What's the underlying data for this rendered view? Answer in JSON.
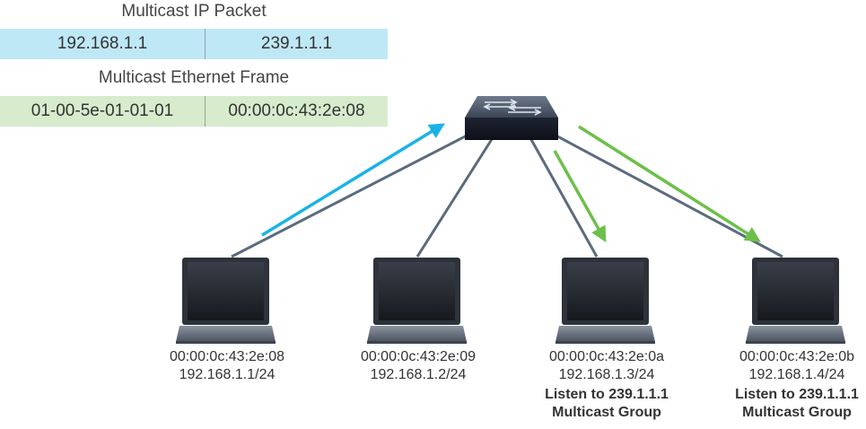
{
  "ip_packet": {
    "title": "Multicast IP Packet",
    "src": "192.168.1.1",
    "dst": "239.1.1.1"
  },
  "ethernet_frame": {
    "title": "Multicast Ethernet Frame",
    "dst_mac": "01-00-5e-01-01-01",
    "src_mac": "00:00:0c:43:2e:08"
  },
  "hosts": [
    {
      "mac": "00:00:0c:43:2e:08",
      "ip": "192.168.1.1/24"
    },
    {
      "mac": "00:00:0c:43:2e:09",
      "ip": "192.168.1.2/24"
    },
    {
      "mac": "00:00:0c:43:2e:0a",
      "ip": "192.168.1.3/24",
      "group_line1": "Listen to 239.1.1.1",
      "group_line2": "Multicast Group"
    },
    {
      "mac": "00:00:0c:43:2e:0b",
      "ip": "192.168.1.4/24",
      "group_line1": "Listen to 239.1.1.1",
      "group_line2": "Multicast Group"
    }
  ],
  "colors": {
    "sender_arrow": "#1ab3e6",
    "receiver_arrow": "#6cc04a",
    "link": "#5a6b7d"
  }
}
